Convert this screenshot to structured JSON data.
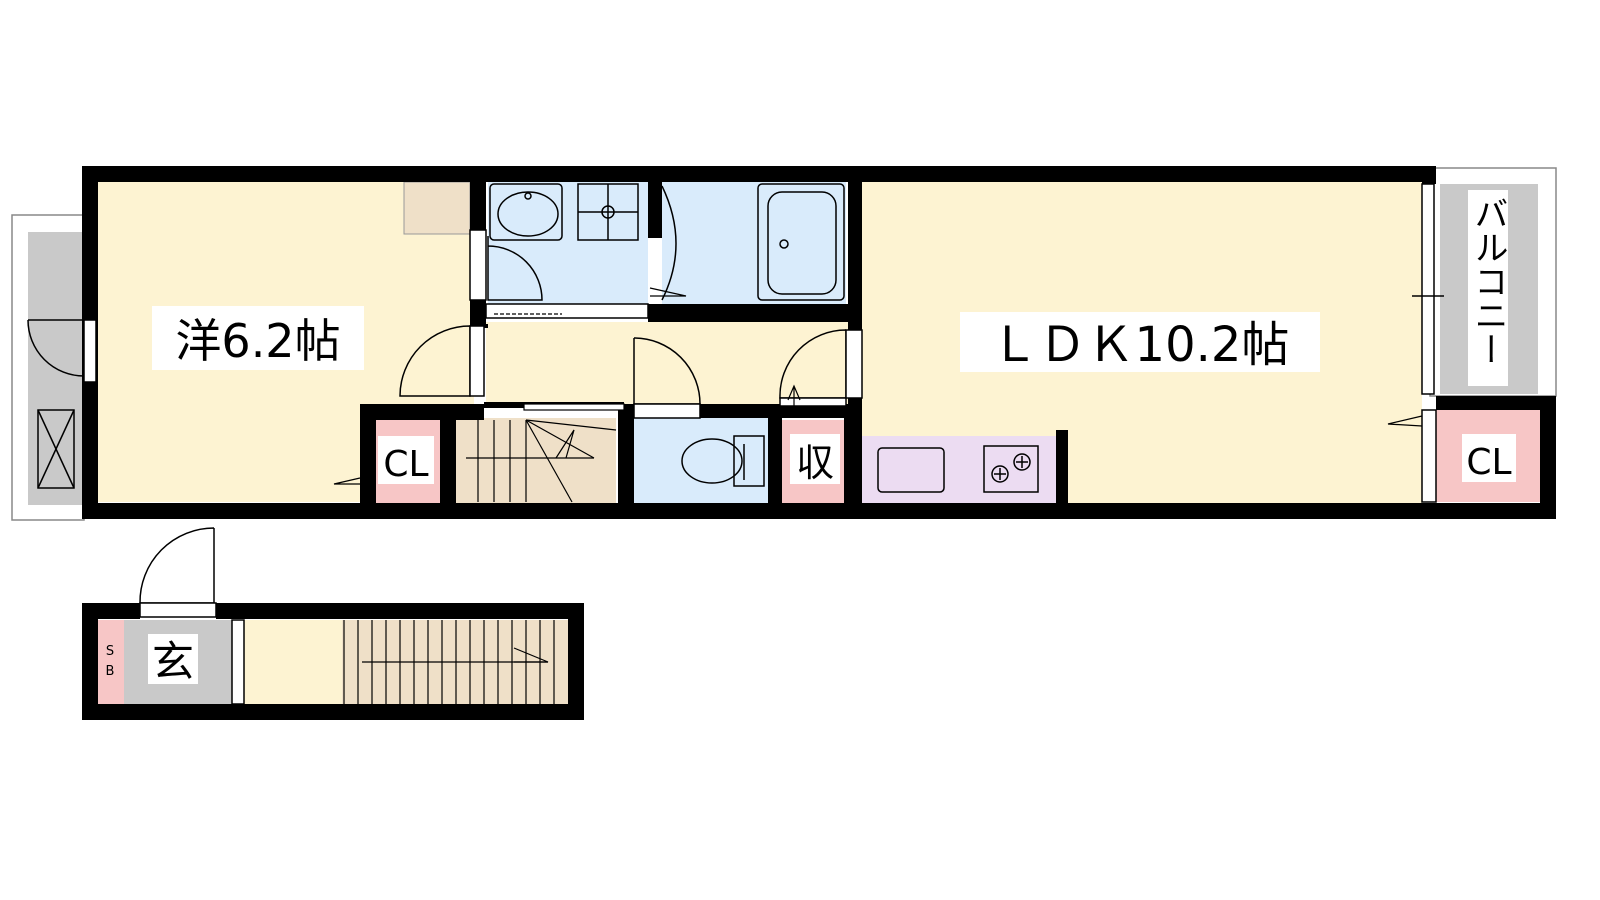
{
  "rooms": {
    "western_room": "洋6.2帖",
    "ldk": "ＬＤＫ10.2帖",
    "closet_west": "CL",
    "closet_east": "CL",
    "storage": "収",
    "balcony": "バルコニー",
    "entrance": "玄",
    "shoe_box_s": "S",
    "shoe_box_b": "B"
  },
  "colors": {
    "room": "#fdf3d2",
    "wet_area": "#d9ebfb",
    "closet": "#f7c6c6",
    "balcony": "#c9c9c9",
    "kitchen": "#ecdcf2",
    "stairs": "#efe0c8",
    "wall": "#000000"
  }
}
